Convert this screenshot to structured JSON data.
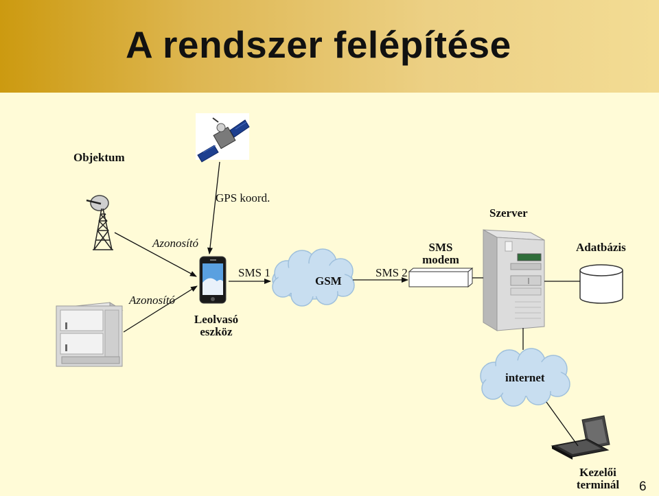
{
  "title": "A rendszer felépítése",
  "labels": {
    "objektum": "Objektum",
    "gps": "GPS koord.",
    "szerver": "Szerver",
    "azonosito1": "Azonosító",
    "azonosito2": "Azonosító",
    "sms1": "SMS 1",
    "gsm": "GSM",
    "sms2": "SMS 2",
    "sms_modem_line1": "SMS",
    "sms_modem_line2": "modem",
    "adatbazis": "Adatbázis",
    "leolvaso_line1": "Leolvasó",
    "leolvaso_line2": "eszköz",
    "internet": "internet",
    "kezeloi_line1": "Kezelői",
    "kezeloi_line2": "terminál"
  },
  "slide_number": "6",
  "colors": {
    "background": "#fffbd7",
    "title_bar_start": "#cc9a10",
    "title_bar_end": "#f3dc94",
    "cloud": "#c8def0",
    "cloud_stroke": "#9fc0dc"
  }
}
